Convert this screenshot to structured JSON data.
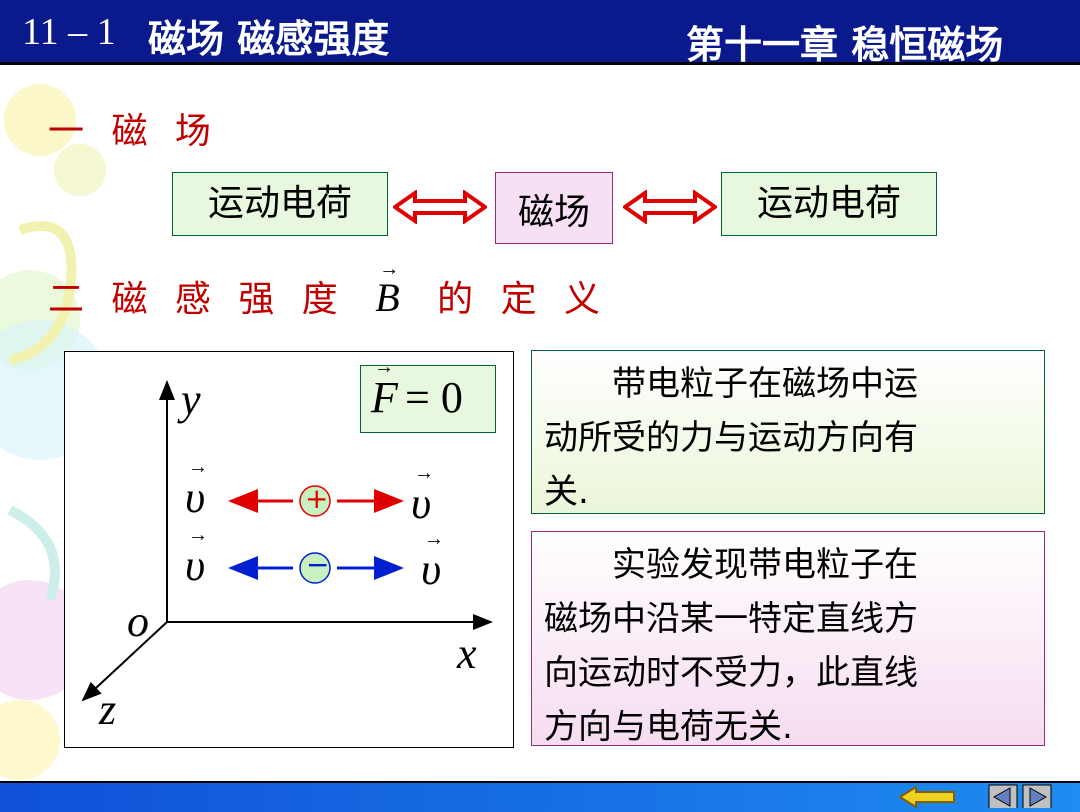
{
  "header": {
    "section_number": "11 – 1",
    "section_title": "磁场  磁感强度",
    "chapter": "第十一章 稳恒磁场"
  },
  "section1": {
    "heading": "一  磁 场"
  },
  "relation": {
    "left_box": "运动电荷",
    "center_box": "磁场",
    "right_box": "运动电荷"
  },
  "section2": {
    "heading_prefix": "二  磁 感 强 度",
    "heading_symbol": "B",
    "heading_suffix": "的 定 义"
  },
  "diagram": {
    "axis_y": "y",
    "axis_x": "x",
    "axis_z": "z",
    "origin": "o",
    "force_symbol": "F",
    "force_eq": "= 0",
    "velocity_symbol": "υ",
    "positive_sign": "+",
    "negative_sign": "−",
    "colors": {
      "positive_arrow": "#e00000",
      "negative_arrow": "#0020d0",
      "charge_fill": "#c8f0c0"
    }
  },
  "text1": {
    "line1": "　　带电粒子在磁场中运",
    "line2": "动所受的力与运动方向有",
    "line3": "关."
  },
  "text2": {
    "line1": "　　实验发现带电粒子在",
    "line2": "磁场中沿某一特定直线方",
    "line3": "向运动时不受力，此直线",
    "line4": "方向与电荷无关."
  },
  "nav": {
    "icons": [
      "return-arrow-icon",
      "prev-triangle-icon",
      "next-triangle-icon"
    ],
    "accent": "#f0d020"
  }
}
